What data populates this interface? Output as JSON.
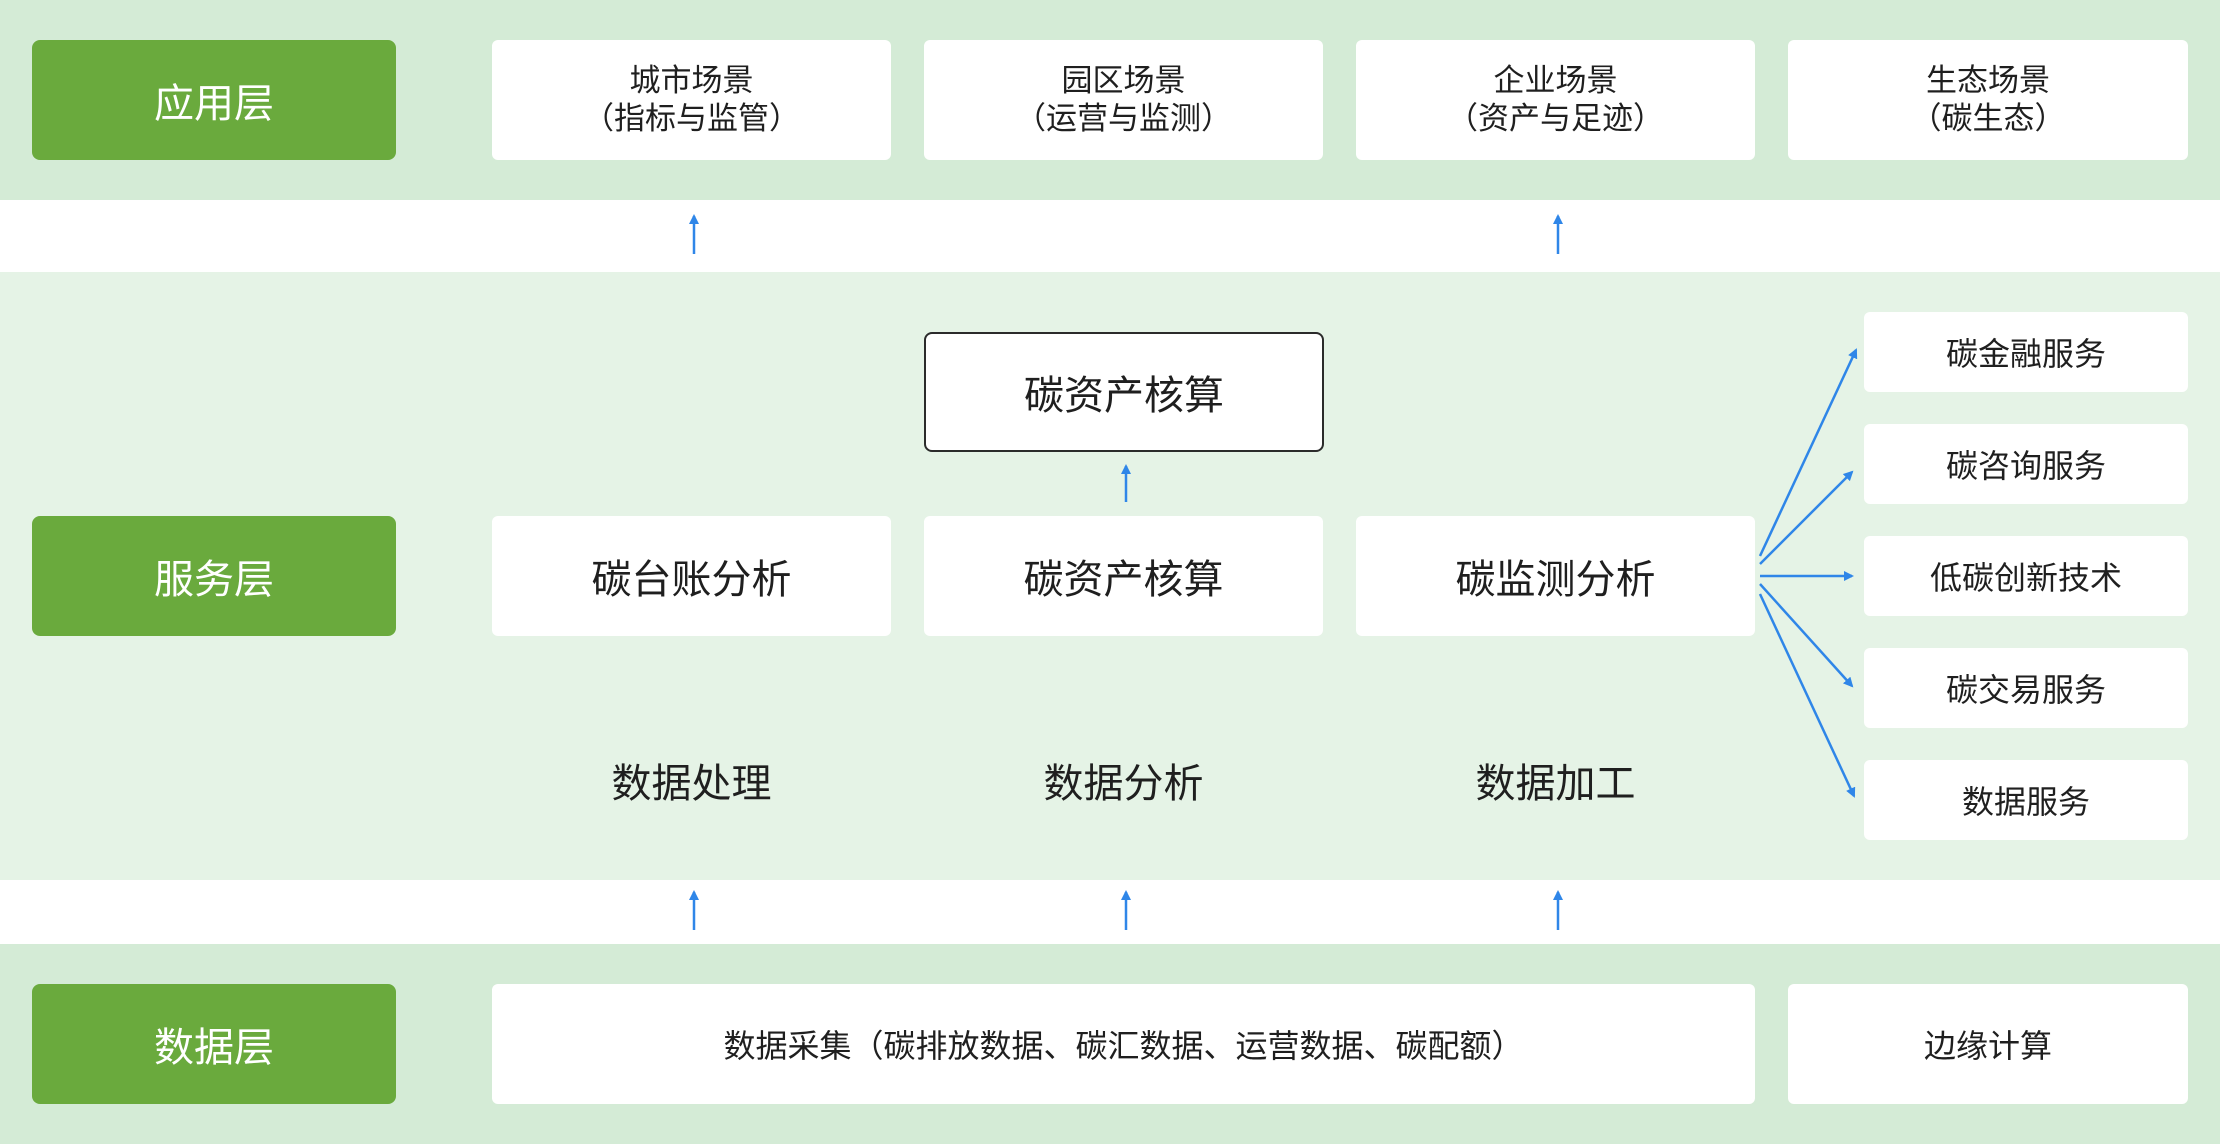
{
  "colors": {
    "band_dark": "#d4ebd6",
    "band_light": "#e5f3e6",
    "label_green": "#6aaa3d",
    "arrow_blue": "#2f86e8"
  },
  "layers": {
    "application": "应用层",
    "service": "服务层",
    "data": "数据层"
  },
  "application": {
    "scenes": [
      {
        "title": "城市场景",
        "subtitle": "（指标与监管）"
      },
      {
        "title": "园区场景",
        "subtitle": "（运营与监测）"
      },
      {
        "title": "企业场景",
        "subtitle": "（资产与足迹）"
      },
      {
        "title": "生态场景",
        "subtitle": "（碳生态）"
      }
    ]
  },
  "service": {
    "top_box": "碳资产核算",
    "modules": [
      "碳台账分析",
      "碳资产核算",
      "碳监测分析"
    ],
    "data_ops": [
      "数据处理",
      "数据分析",
      "数据加工"
    ],
    "services": [
      "碳金融服务",
      "碳咨询服务",
      "低碳创新技术",
      "碳交易服务",
      "数据服务"
    ]
  },
  "data": {
    "collection": "数据采集（碳排放数据、碳汇数据、运营数据、碳配额）",
    "edge": "边缘计算"
  }
}
